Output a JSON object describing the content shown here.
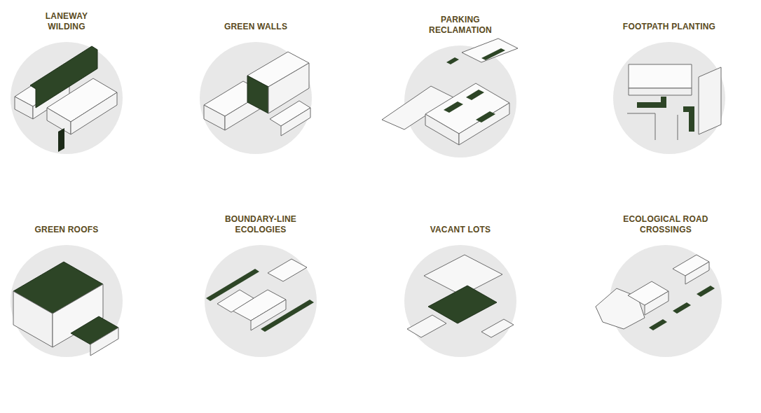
{
  "diagram": {
    "nodes": [
      {
        "text": [
          "LANEWAY WILDING"
        ]
      },
      {
        "text": [
          "GREEN WALLS"
        ]
      },
      {
        "text": [
          "PARKING RECLAMATION"
        ]
      },
      {
        "text": [
          "FOOTPATH PLANTING"
        ]
      },
      {
        "text": [
          "GREEN ROOFS"
        ]
      },
      {
        "text": [
          "BOUNDARY-LINE ECOLOGIES"
        ]
      },
      {
        "text": [
          "VACANT LOTS"
        ]
      },
      {
        "text": [
          "ECOLOGICAL ROAD CROSSINGS"
        ]
      }
    ]
  }
}
